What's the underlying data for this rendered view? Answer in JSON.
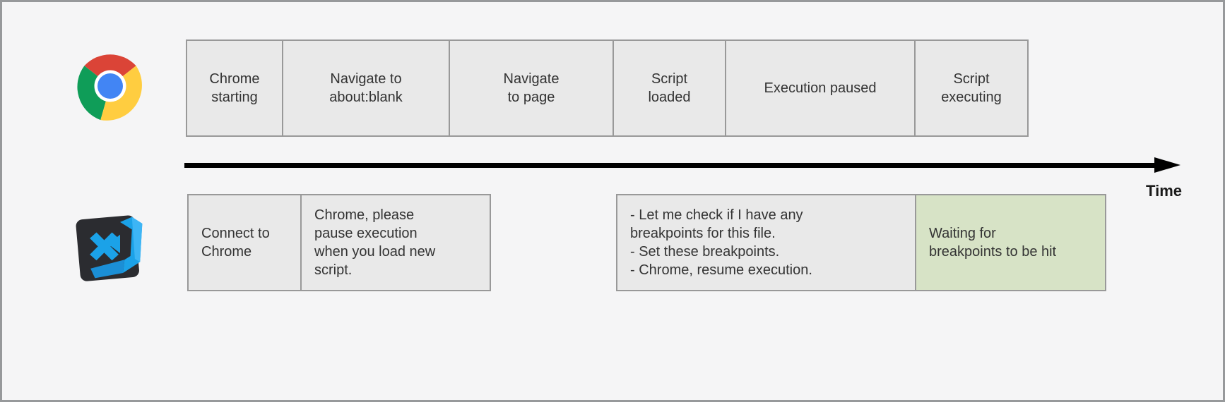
{
  "colors": {
    "background": "#f5f5f6",
    "frame_border": "#97999b",
    "box_fill": "#e9e9e9",
    "box_border": "#999999",
    "highlight_fill": "#d7e3c6",
    "text": "#333333",
    "arrow": "#000000",
    "chrome_red": "#db4437",
    "chrome_yellow": "#ffcd40",
    "chrome_green": "#0f9d58",
    "chrome_blue": "#4285f4",
    "vscode_blue": "#1ba2e8",
    "vscode_tile": "#2b2c30"
  },
  "icons": {
    "chrome": "chrome-logo",
    "vscode": "vscode-logo"
  },
  "timeline": {
    "label": "Time"
  },
  "chrome_row": {
    "boxes": [
      {
        "id": "chrome-starting",
        "label": "Chrome\nstarting"
      },
      {
        "id": "navigate-about-blank",
        "label": "Navigate to\nabout:blank"
      },
      {
        "id": "navigate-to-page",
        "label": "Navigate\nto page"
      },
      {
        "id": "script-loaded",
        "label": "Script\nloaded"
      },
      {
        "id": "execution-paused",
        "label": "Execution paused"
      },
      {
        "id": "script-executing",
        "label": "Script\nexecuting"
      }
    ]
  },
  "vscode_row": {
    "boxes": [
      {
        "id": "connect-to-chrome",
        "label": "Connect to\nChrome"
      },
      {
        "id": "pause-request",
        "label": "Chrome, please\npause execution\nwhen you load new\nscript."
      },
      {
        "id": "breakpoint-steps",
        "label": "- Let me check if I have any\nbreakpoints for this file.\n- Set these breakpoints.\n- Chrome, resume execution."
      },
      {
        "id": "waiting-for-breakpoints",
        "label": "Waiting for\nbreakpoints to be hit",
        "highlight": true
      }
    ]
  }
}
